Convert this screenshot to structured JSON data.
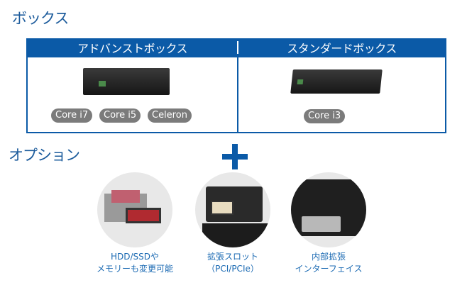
{
  "section_box_title": "ボックス",
  "section_option_title": "オプション",
  "advanced": {
    "title": "アドバンストボックス",
    "cpus": [
      "Core i7",
      "Core i5",
      "Celeron"
    ]
  },
  "standard": {
    "title": "スタンダードボックス",
    "cpus": [
      "Core i3"
    ]
  },
  "options": [
    {
      "line1": "HDD/SSDや",
      "line2": "メモリーも変更可能"
    },
    {
      "line1": "拡張スロット",
      "line2": "（PCI/PCIe）"
    },
    {
      "line1": "内部拡張",
      "line2": "インターフェイス"
    }
  ],
  "colors": {
    "brand": "#0b5aa7",
    "pill": "#7b7b7b",
    "caption": "#1b6ab3"
  }
}
